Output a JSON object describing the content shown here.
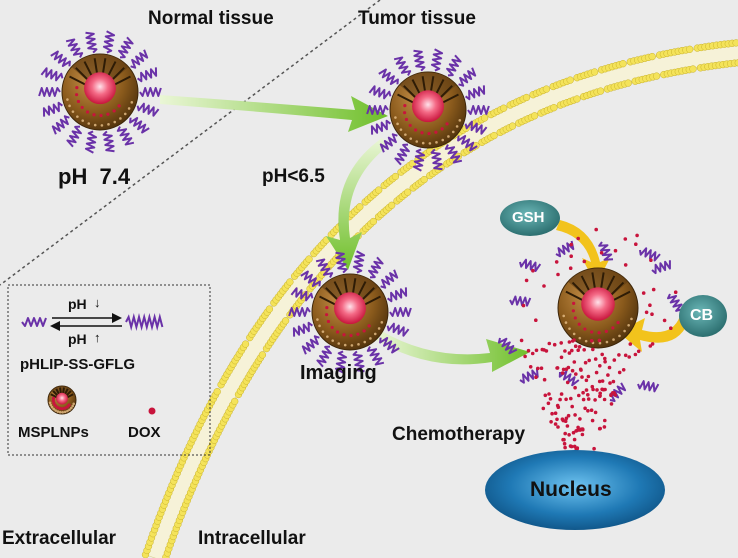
{
  "labels": {
    "normal_tissue": "Normal tissue",
    "tumor_tissue": "Tumor tissue",
    "ph_normal": "pH  7.4",
    "ph_tumor": "pH<6.5",
    "imaging": "Imaging",
    "chemotherapy": "Chemotherapy",
    "nucleus": "Nucleus",
    "extracellular": "Extracellular",
    "intracellular": "Intracellular",
    "gsh": "GSH",
    "cb": "CB"
  },
  "legend": {
    "ph_down": "pH",
    "ph_up": "pH",
    "peptide": "pHLIP-SS-GFLG",
    "nanoparticle": "MSPLNPs",
    "drug": "DOX"
  },
  "colors": {
    "background": "#ebebeb",
    "arrow_green": "#8ccc3c",
    "arrow_yellow": "#f2c31c",
    "membrane_head": "#f4e35a",
    "nanoparticle_shell": "#8a5a1c",
    "nanoparticle_core": "#f04e6c",
    "peptide": "#6a32a8",
    "dox": "#c8143c",
    "nucleus": "#1f79b5",
    "badge": "#3f8f8f"
  }
}
